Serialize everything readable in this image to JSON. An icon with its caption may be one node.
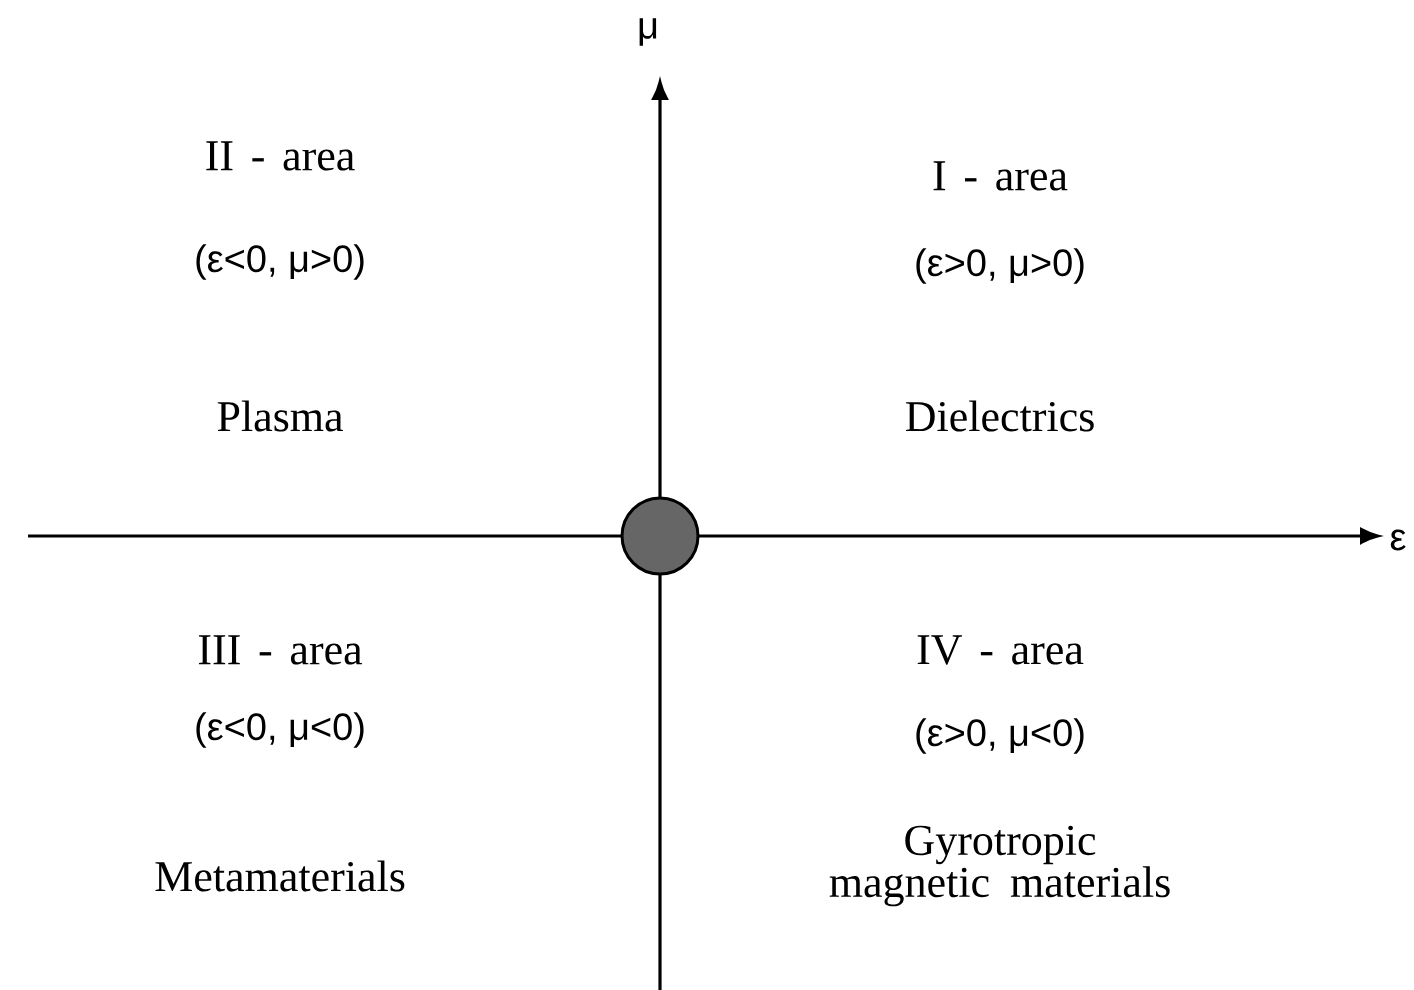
{
  "diagram": {
    "labels": [
      "μ",
      "II - area",
      "I - area",
      "(ε<0, μ>0)",
      "(ε>0, μ>0)",
      "Plasma",
      "Dielectrics",
      "ε",
      "III - area",
      "IV - area",
      "(ε<0, μ<0)",
      "(ε>0, μ<0)",
      "Metamaterials",
      "Gyrotropic magnetic materials"
    ]
  }
}
